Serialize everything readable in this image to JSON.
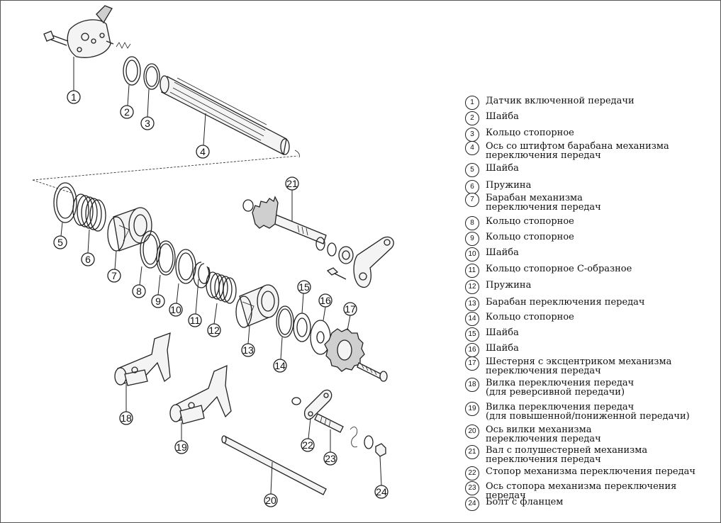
{
  "parts": [
    {
      "number": "1",
      "label": "Датчик включенной передачи"
    },
    {
      "number": "2",
      "label": "Шайба"
    },
    {
      "number": "3",
      "label": "Кольцо стопорное"
    },
    {
      "number": "4",
      "label": "Ось со штифтом барабана механизма\nпереключения передач"
    },
    {
      "number": "5",
      "label": "Шайба"
    },
    {
      "number": "6",
      "label": "Пружина"
    },
    {
      "number": "7",
      "label": "Барабан механизма\nпереключения передач"
    },
    {
      "number": "8",
      "label": "Кольцо стопорное"
    },
    {
      "number": "9",
      "label": "Кольцо стопорное"
    },
    {
      "number": "10",
      "label": "Шайба"
    },
    {
      "number": "11",
      "label": "Кольцо стопорное С-образное"
    },
    {
      "number": "12",
      "label": "Пружина"
    },
    {
      "number": "13",
      "label": "Барабан переключения передач"
    },
    {
      "number": "14",
      "label": "Кольцо стопорное"
    },
    {
      "number": "15",
      "label": "Шайба"
    },
    {
      "number": "16",
      "label": "Шайба"
    },
    {
      "number": "17",
      "label": "Шестерня с эксцентриком механизма\nпереключения передач"
    },
    {
      "number": "18",
      "label": "Вилка переключения передач\n(для реверсивной передачи)"
    },
    {
      "number": "19",
      "label": "Вилка переключения передач\n(для повышенной/пониженной передачи)"
    },
    {
      "number": "20",
      "label": "Ось вилки механизма\nпереключения передач"
    },
    {
      "number": "21",
      "label": "Вал с полушестерней механизма\nпереключения передач"
    },
    {
      "number": "22",
      "label": "Стопор механизма переключения передач"
    },
    {
      "number": "23",
      "label": "Ось стопора механизма переключения передач"
    },
    {
      "number": "24",
      "label": "Болт с фланцем"
    }
  ]
}
